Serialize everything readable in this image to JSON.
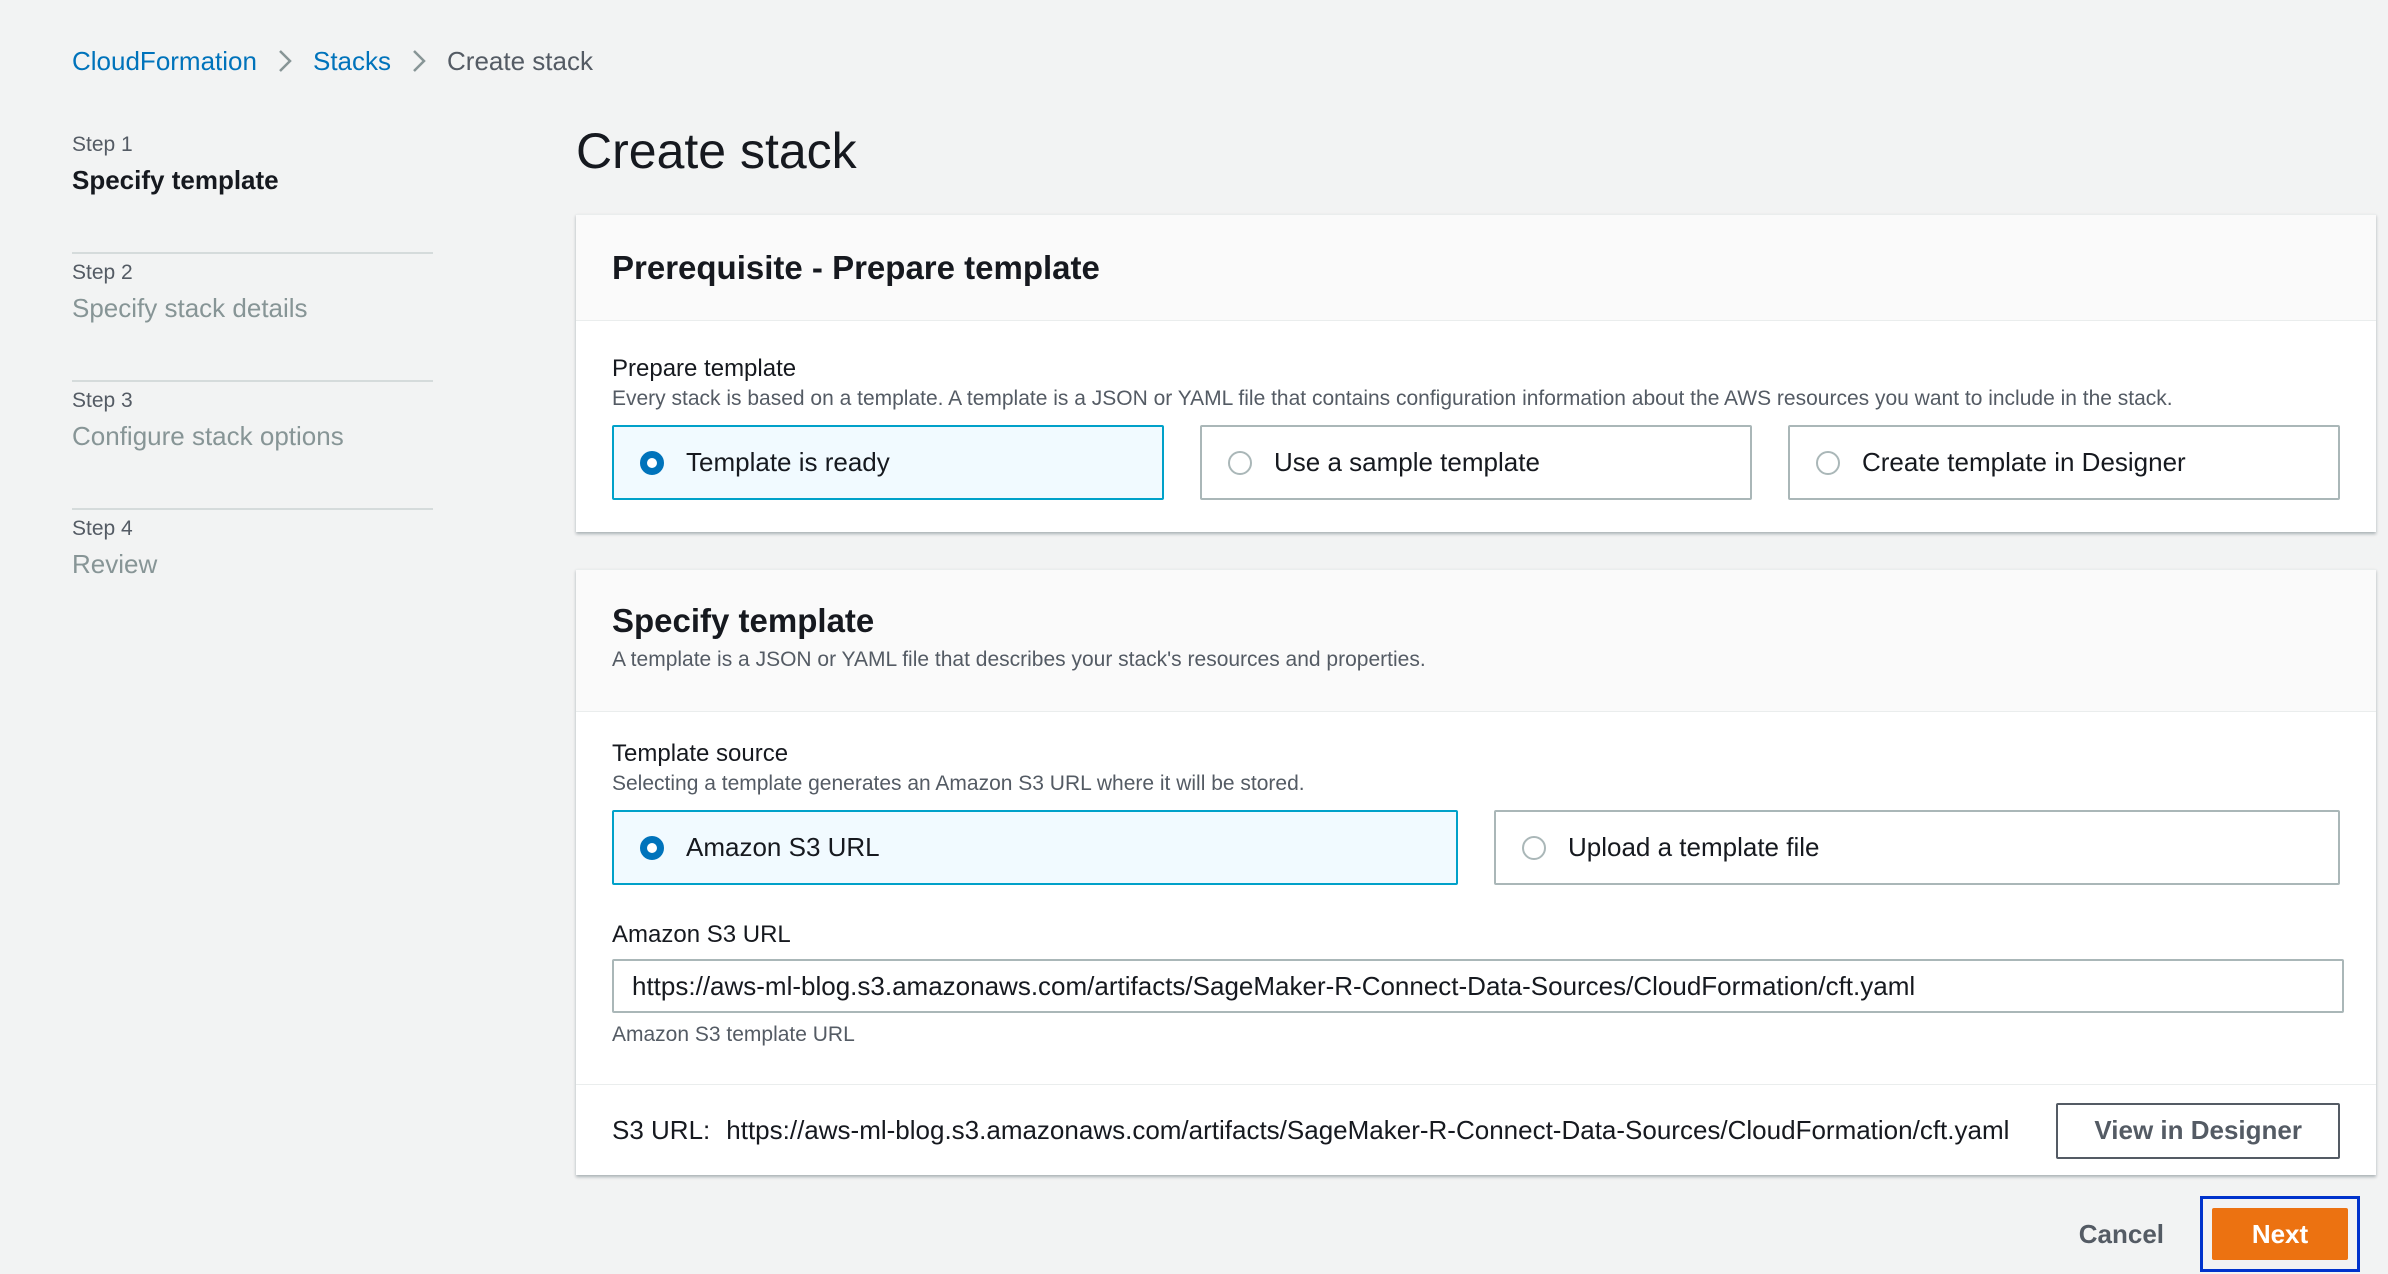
{
  "colors": {
    "link": "#0073bb",
    "primary_button": "#ec7211",
    "selected_tile_border": "#00a1c9",
    "selected_tile_bg": "#f1faff",
    "focus_ring": "#0033cc"
  },
  "breadcrumb": {
    "items": [
      "CloudFormation",
      "Stacks",
      "Create stack"
    ],
    "separator_icon": "chevron-right-icon"
  },
  "steps": [
    {
      "number": "Step 1",
      "title": "Specify template",
      "active": true
    },
    {
      "number": "Step 2",
      "title": "Specify stack details",
      "active": false
    },
    {
      "number": "Step 3",
      "title": "Configure stack options",
      "active": false
    },
    {
      "number": "Step 4",
      "title": "Review",
      "active": false
    }
  ],
  "page_title": "Create stack",
  "prerequisite": {
    "title": "Prerequisite - Prepare template",
    "field_label": "Prepare template",
    "field_description": "Every stack is based on a template. A template is a JSON or YAML file that contains configuration information about the AWS resources you want to include in the stack.",
    "options": [
      {
        "label": "Template is ready",
        "selected": true
      },
      {
        "label": "Use a sample template",
        "selected": false
      },
      {
        "label": "Create template in Designer",
        "selected": false
      }
    ]
  },
  "specify_template": {
    "title": "Specify template",
    "description": "A template is a JSON or YAML file that describes your stack's resources and properties.",
    "source_label": "Template source",
    "source_description": "Selecting a template generates an Amazon S3 URL where it will be stored.",
    "source_options": [
      {
        "label": "Amazon S3 URL",
        "selected": true
      },
      {
        "label": "Upload a template file",
        "selected": false
      }
    ],
    "url_label": "Amazon S3 URL",
    "url_value": "https://aws-ml-blog.s3.amazonaws.com/artifacts/SageMaker-R-Connect-Data-Sources/CloudFormation/cft.yaml",
    "url_hint": "Amazon S3 template URL",
    "s3_url_label": "S3 URL:",
    "s3_url_value": "https://aws-ml-blog.s3.amazonaws.com/artifacts/SageMaker-R-Connect-Data-Sources/CloudFormation/cft.yaml",
    "view_designer_label": "View in Designer"
  },
  "actions": {
    "cancel_label": "Cancel",
    "next_label": "Next"
  }
}
